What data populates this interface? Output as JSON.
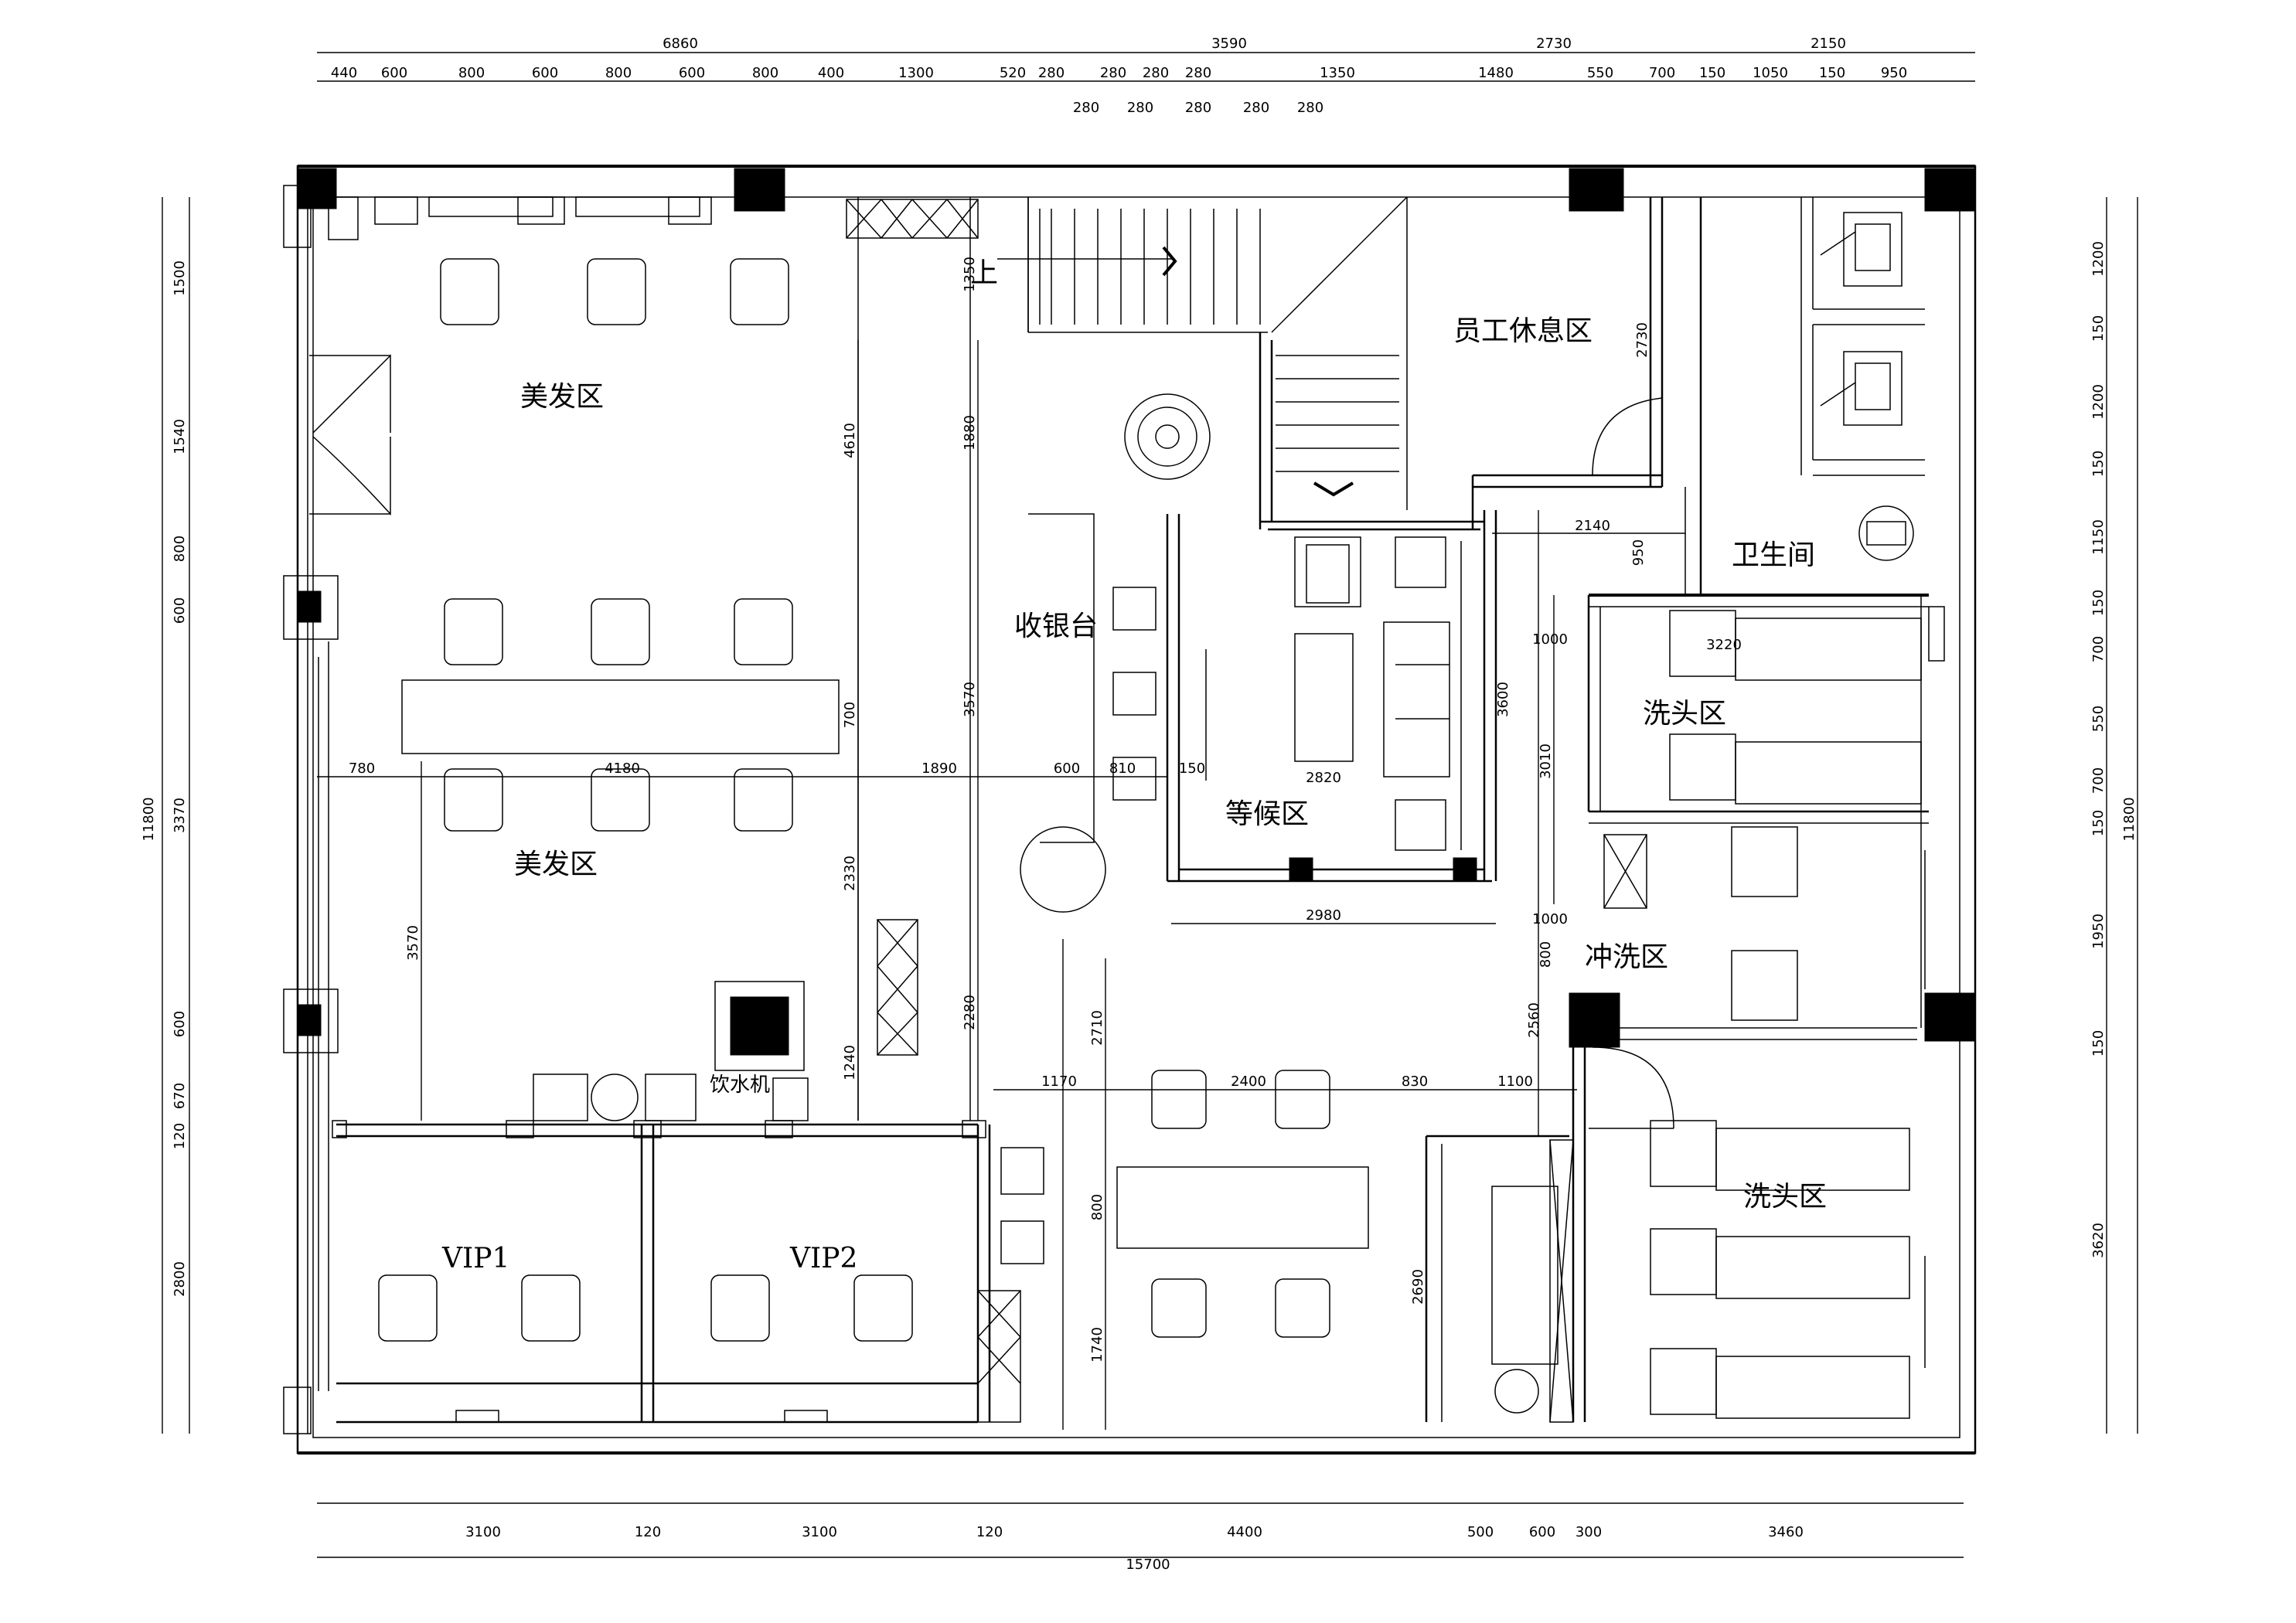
{
  "rooms": {
    "hair_area_1": "美发区",
    "hair_area_2": "美发区",
    "cashier": "收银台",
    "waiting": "等候区",
    "staff_rest": "员工休息区",
    "restroom": "卫生间",
    "wash_area_1": "洗头区",
    "rinse_area": "冲洗区",
    "wash_area_2": "洗头区",
    "vip1": "VIP1",
    "vip2": "VIP2",
    "water_dispenser": "饮水机",
    "stairs_up": "上"
  },
  "dims_top_total": [
    "6860",
    "3590",
    "2730",
    "2150"
  ],
  "dims_top_row1": [
    "440",
    "600",
    "800",
    "600",
    "800",
    "600",
    "800",
    "400",
    "1300",
    "520",
    "280",
    "280",
    "280",
    "280",
    "1350",
    "1480",
    "550",
    "700",
    "150",
    "1050",
    "150",
    "950"
  ],
  "dims_top_row2": [
    "280",
    "280",
    "280",
    "280",
    "280"
  ],
  "dims_bottom_row1": [
    "3100",
    "120",
    "3100",
    "120",
    "4400",
    "500",
    "600",
    "300",
    "3460"
  ],
  "dims_bottom_total": "15700",
  "dims_left_total": "11800",
  "dims_left_row": [
    "1500",
    "1540",
    "800",
    "600",
    "3370",
    "600",
    "670",
    "120",
    "2800"
  ],
  "dims_right_total": "11800",
  "dims_right_row": [
    "1200",
    "150",
    "1200",
    "150",
    "1150",
    "150",
    "700",
    "550",
    "700",
    "150",
    "1950",
    "150",
    "3620"
  ],
  "dims_interior": {
    "d4610": "4610",
    "d700": "700",
    "d2330": "2330",
    "d1240": "1240",
    "d3570a": "3570",
    "d780": "780",
    "d4180": "4180",
    "d1890": "1890",
    "d600": "600",
    "d810": "810",
    "d150": "150",
    "d1350": "1350",
    "d1880": "1880",
    "d3570b": "3570",
    "d2280": "2280",
    "d2710": "2710",
    "d2820": "2820",
    "d2980": "2980",
    "d1170": "1170",
    "d2400": "2400",
    "d830": "830",
    "d1100": "1100",
    "d800a": "800",
    "d1740": "1740",
    "d2690": "2690",
    "d2730": "2730",
    "d2140": "2140",
    "d950": "950",
    "d1000a": "1000",
    "d3600": "3600",
    "d3010": "3010",
    "d1000b": "1000",
    "d800b": "800",
    "d2560": "2560",
    "d3220": "3220"
  }
}
